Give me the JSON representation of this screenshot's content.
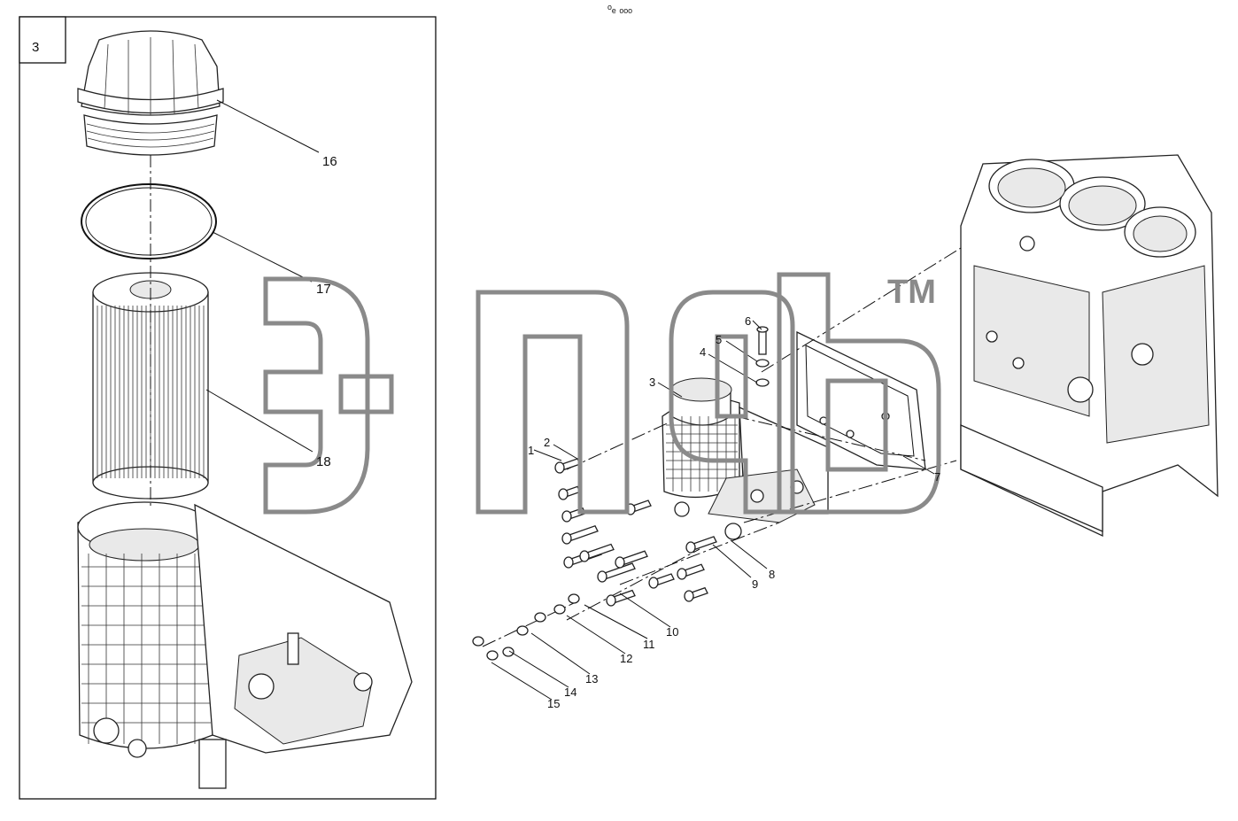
{
  "header": {
    "caption": "ᵒₑ ₒₒₒ"
  },
  "figure": {
    "number": "3",
    "trademark": "TM"
  },
  "callouts": [
    "1",
    "2",
    "3",
    "4",
    "5",
    "6",
    "7",
    "8",
    "9",
    "10",
    "11",
    "12",
    "13",
    "14",
    "15",
    "16",
    "17",
    "18"
  ],
  "colors": {
    "line": "#111111",
    "watermark": "#8a8a8a",
    "background": "#ffffff"
  }
}
